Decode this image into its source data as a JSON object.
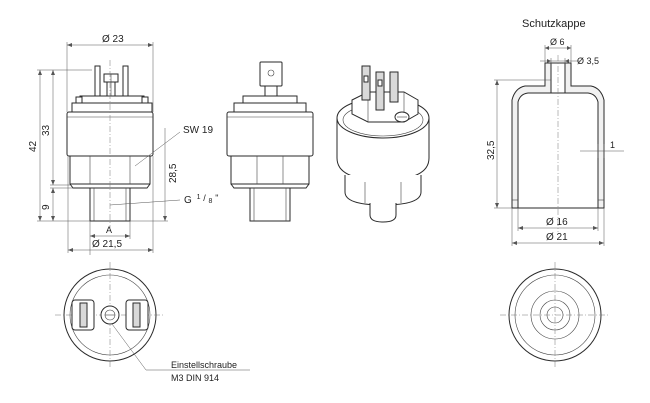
{
  "labels": {
    "cap_title": "Schutzkappe",
    "d23": "Ø 23",
    "dim33": "33",
    "dim42": "42",
    "dim9": "9",
    "sw19": "SW 19",
    "dim28_5": "28,5",
    "thread_g": "G",
    "thread_num": "1",
    "thread_den": "8",
    "thread_quote": "\"",
    "label_a": "A",
    "d21_5": "Ø 21,5",
    "d6": "Ø 6",
    "d3_5": "Ø 3,5",
    "dim32_5": "32,5",
    "dim1": "1",
    "d16": "Ø 16",
    "d21": "Ø 21",
    "screw_line1": "Einstellschraube",
    "screw_line2": "M3 DIN 914"
  }
}
